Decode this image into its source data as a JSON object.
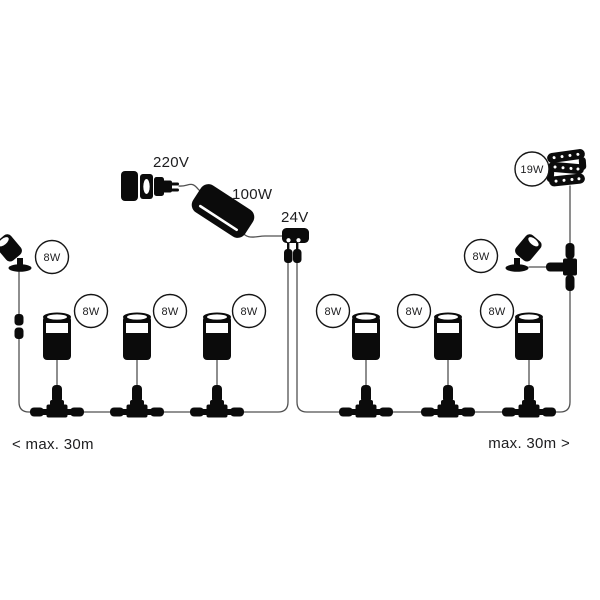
{
  "diagram": {
    "power_chain": {
      "mains_label": "220V",
      "psu_label": "100W",
      "low_voltage_label": "24V"
    },
    "badges": {
      "left_spotlight": "8W",
      "left_bollard_1": "8W",
      "left_bollard_2": "8W",
      "left_bollard_3": "8W",
      "right_bollard_1": "8W",
      "right_bollard_2": "8W",
      "right_bollard_3": "8W",
      "right_spotlight": "8W",
      "lightstrip": "19W"
    },
    "annotations": {
      "left_max_length": "< max. 30m",
      "right_max_length": "max. 30m >"
    },
    "colors": {
      "icon": "#0b0b0b",
      "cable": "#515151",
      "text": "#1d1d1f",
      "background": "#ffffff"
    }
  }
}
